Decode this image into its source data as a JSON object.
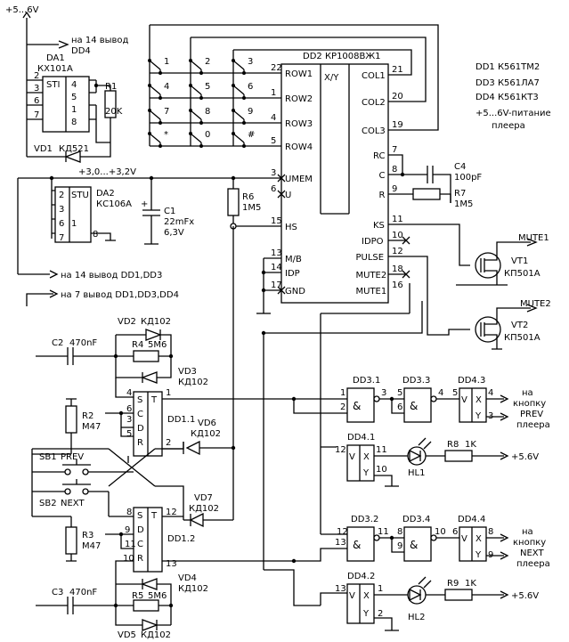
{
  "supply": {
    "label": "+5...6V",
    "to_dd4": "на 14 вывод",
    "dd4": "DD4"
  },
  "da1": {
    "ref": "DA1",
    "part": "КХ101А",
    "func": "STI",
    "pins": [
      "2",
      "3",
      "6",
      "7",
      "4",
      "5",
      "1",
      "8"
    ]
  },
  "r1": {
    "ref": "R1",
    "value": "20K"
  },
  "vd1": {
    "ref": "VD1",
    "part": "КД521"
  },
  "rail": {
    "label": "+3,0...+3,2V"
  },
  "da2": {
    "ref": "DA2",
    "part": "КС106А",
    "func": "STU",
    "pins": [
      "2",
      "3",
      "6",
      "7",
      "1",
      "8"
    ]
  },
  "c1": {
    "ref": "C1",
    "value": "22mFx",
    "voltage": "6,3V"
  },
  "r6": {
    "ref": "R6",
    "value": "1M5"
  },
  "pin14_note": "на 14 вывод DD1,DD3",
  "pin7_note": "на 7 вывод DD1,DD3,DD4",
  "keypad": {
    "keys": [
      "1",
      "2",
      "3",
      "4",
      "5",
      "6",
      "7",
      "8",
      "9",
      "*",
      "0",
      "#"
    ]
  },
  "dd2": {
    "title": "DD2 КР1008ВЖ1",
    "center": "X/Y",
    "left": [
      {
        "pin": "22",
        "name": "ROW1"
      },
      {
        "pin": "1",
        "name": "ROW2"
      },
      {
        "pin": "4",
        "name": "ROW3"
      },
      {
        "pin": "5",
        "name": "ROW4"
      },
      {
        "pin": "3",
        "name": "UMEM"
      },
      {
        "pin": "6",
        "name": "U"
      },
      {
        "pin": "15",
        "name": "HS"
      },
      {
        "pin": "13",
        "name": "M/B"
      },
      {
        "pin": "14",
        "name": "IDP"
      },
      {
        "pin": "17",
        "name": "GND"
      }
    ],
    "right": [
      {
        "pin": "21",
        "name": "COL1"
      },
      {
        "pin": "20",
        "name": "COL2"
      },
      {
        "pin": "19",
        "name": "COL3"
      },
      {
        "pin": "7",
        "name": "RC"
      },
      {
        "pin": "8",
        "name": "C"
      },
      {
        "pin": "9",
        "name": "R"
      },
      {
        "pin": "11",
        "name": "KS"
      },
      {
        "pin": "10",
        "name": "IDPO"
      },
      {
        "pin": "12",
        "name": "PULSE"
      },
      {
        "pin": "18",
        "name": "MUTE2"
      },
      {
        "pin": "16",
        "name": "MUTE1"
      }
    ]
  },
  "c4": {
    "ref": "C4",
    "value": "100pF"
  },
  "r7": {
    "ref": "R7",
    "value": "1M5"
  },
  "legend": [
    "DD1 К561ТМ2",
    "DD3 К561ЛА7",
    "DD4 К561КТ3",
    "+5...6V-питание",
    "плеера"
  ],
  "vt1": {
    "ref": "VT1",
    "part": "КП501А",
    "net": "MUTE1"
  },
  "vt2": {
    "ref": "VT2",
    "part": "КП501А",
    "net": "MUTE2"
  },
  "vd2": {
    "ref": "VD2",
    "part": "КД102"
  },
  "c2": {
    "ref": "C2",
    "value": "470nF"
  },
  "r4": {
    "ref": "R4",
    "value": "5M6"
  },
  "vd3": {
    "ref": "VD3",
    "part": "КД102"
  },
  "r2": {
    "ref": "R2",
    "value": "M47"
  },
  "dd1_1": {
    "ref": "DD1.1",
    "pins": {
      "s": "4",
      "r": "6",
      "c": "3",
      "d": "5",
      "q": "1",
      "qn": "2"
    }
  },
  "dd1_2": {
    "ref": "DD1.2",
    "pins": {
      "s": "8",
      "r": "10",
      "c": "11",
      "d": "9",
      "q": "13",
      "qn": "12"
    }
  },
  "vd6": {
    "ref": "VD6",
    "part": "КД102"
  },
  "sb1": {
    "ref": "SB1",
    "label": "PREV"
  },
  "sb2": {
    "ref": "SB2",
    "label": "NEXT"
  },
  "vd7": {
    "ref": "VD7",
    "part": "КД102"
  },
  "r3": {
    "ref": "R3",
    "value": "M47"
  },
  "vd4": {
    "ref": "VD4",
    "part": "КД102"
  },
  "c3": {
    "ref": "C3",
    "value": "470nF"
  },
  "r5": {
    "ref": "R5",
    "value": "5M6"
  },
  "vd5": {
    "ref": "VD5",
    "part": "КД102"
  },
  "flipflop_letters": {
    "s": "S",
    "c": "C",
    "d": "D",
    "r": "R",
    "t": "T"
  },
  "dd3_1": {
    "ref": "DD3.1",
    "in1": "1",
    "in2": "2",
    "out": "3"
  },
  "dd3_3": {
    "ref": "DD3.3",
    "in1": "5",
    "in2": "6",
    "out": "4"
  },
  "dd4_3": {
    "ref": "DD4.3",
    "x": "5",
    "v": "4",
    "y": "3"
  },
  "dd4_1": {
    "ref": "DD4.1",
    "v": "12",
    "x": "11",
    "y": "10"
  },
  "dd3_2": {
    "ref": "DD3.2",
    "in1": "12",
    "in2": "13",
    "out": "11"
  },
  "dd3_4": {
    "ref": "DD3.4",
    "in1": "8",
    "in2": "9",
    "out": "10"
  },
  "dd4_4": {
    "ref": "DD4.4",
    "x": "6",
    "v": "8",
    "y": "9"
  },
  "dd4_2": {
    "ref": "DD4.2",
    "v": "13",
    "x": "1",
    "y": "2"
  },
  "switch_letters": {
    "v": "V",
    "x": "X",
    "y": "Y"
  },
  "hl1": {
    "ref": "HL1"
  },
  "hl2": {
    "ref": "HL2"
  },
  "r8": {
    "ref": "R8",
    "value": "1K"
  },
  "r9": {
    "ref": "R9",
    "value": "1K"
  },
  "out_supply": "+5.6V",
  "prev_label": [
    "на",
    "кнопку",
    "PREV",
    "плеера"
  ],
  "next_label": [
    "на",
    "кнопку",
    "NEXT",
    "плеера"
  ],
  "amp": "&"
}
